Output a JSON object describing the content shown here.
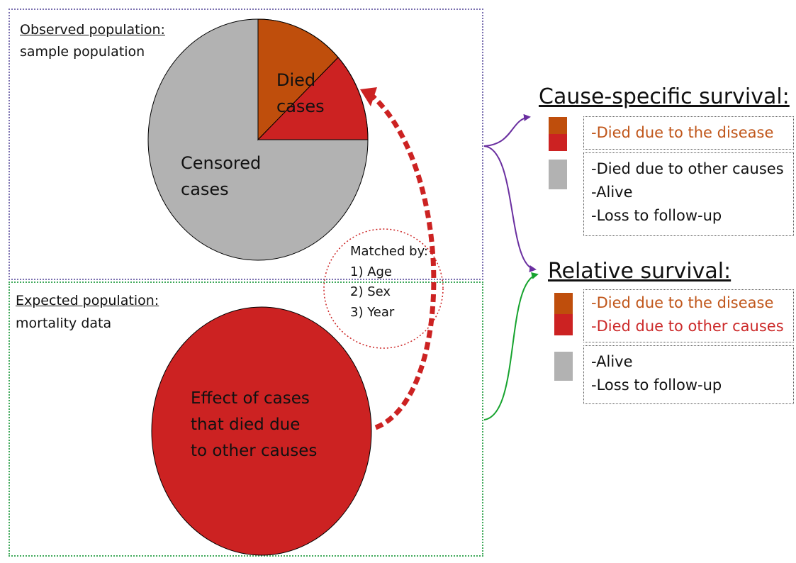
{
  "colors": {
    "died_disease": "#bf4e0c",
    "died_other": "#cc2222",
    "censored": "#b2b2b2",
    "observed_border": "#7a6fb0",
    "expected_border": "#3fa95a",
    "cause_arrow": "#6a2fa0",
    "relative_arrow": "#16a32e",
    "matching_arrow": "#cc2222",
    "disease_text": "#c0561a",
    "other_text": "#cc2a2a"
  },
  "observed": {
    "heading": "Observed population:",
    "subheading": "sample population",
    "died_label": [
      "Died",
      "cases"
    ],
    "censored_label": [
      "Censored",
      "cases"
    ]
  },
  "expected": {
    "heading": "Expected population:",
    "subheading": "mortality data",
    "circle_label": [
      "Effect of cases",
      "that died due",
      "to other causes"
    ]
  },
  "matching": {
    "title": "Matched by:",
    "criteria": [
      "1) Age",
      "2) Sex",
      "3) Year"
    ]
  },
  "cause_specific": {
    "title": "Cause-specific survival:",
    "events": [
      "-Died due to the disease"
    ],
    "censored": [
      "-Died due to other causes",
      "-Alive",
      "-Loss to follow-up"
    ]
  },
  "relative": {
    "title": "Relative survival:",
    "events": [
      "-Died due to the disease",
      "-Died due to other causes"
    ],
    "censored": [
      "-Alive",
      "-Loss to follow-up"
    ]
  }
}
